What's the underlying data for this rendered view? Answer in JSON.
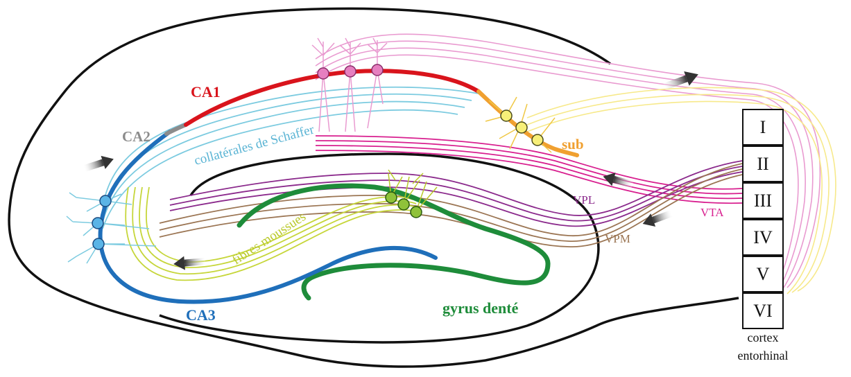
{
  "labels": {
    "ca1": "CA1",
    "ca2": "CA2",
    "ca3": "CA3",
    "sub": "sub",
    "schaffer": "collatérales de Schaffer",
    "mossy": "fibres moussues",
    "dentate": "gyrus denté",
    "vpl": "VPL",
    "vpm": "VPM",
    "vta": "VTA",
    "cortex_line1": "cortex",
    "cortex_line2": "entorhinal"
  },
  "layers": [
    "I",
    "II",
    "III",
    "IV",
    "V",
    "VI"
  ],
  "colors": {
    "outline": "#111111",
    "ca1": "#d9141c",
    "ca3": "#1f6fba",
    "ca2": "#8c8c8c",
    "sub": "#f0a030",
    "sub_fibers": "#f7e98a",
    "schaffer": "#7ccbe0",
    "mossy": "#c6d63a",
    "dentate": "#1e8c3a",
    "pink_fibers": "#e99ad0",
    "magenta": "#d81f8f",
    "purple": "#8b2a8c",
    "brown": "#9b7553",
    "arrow": "#555555"
  }
}
